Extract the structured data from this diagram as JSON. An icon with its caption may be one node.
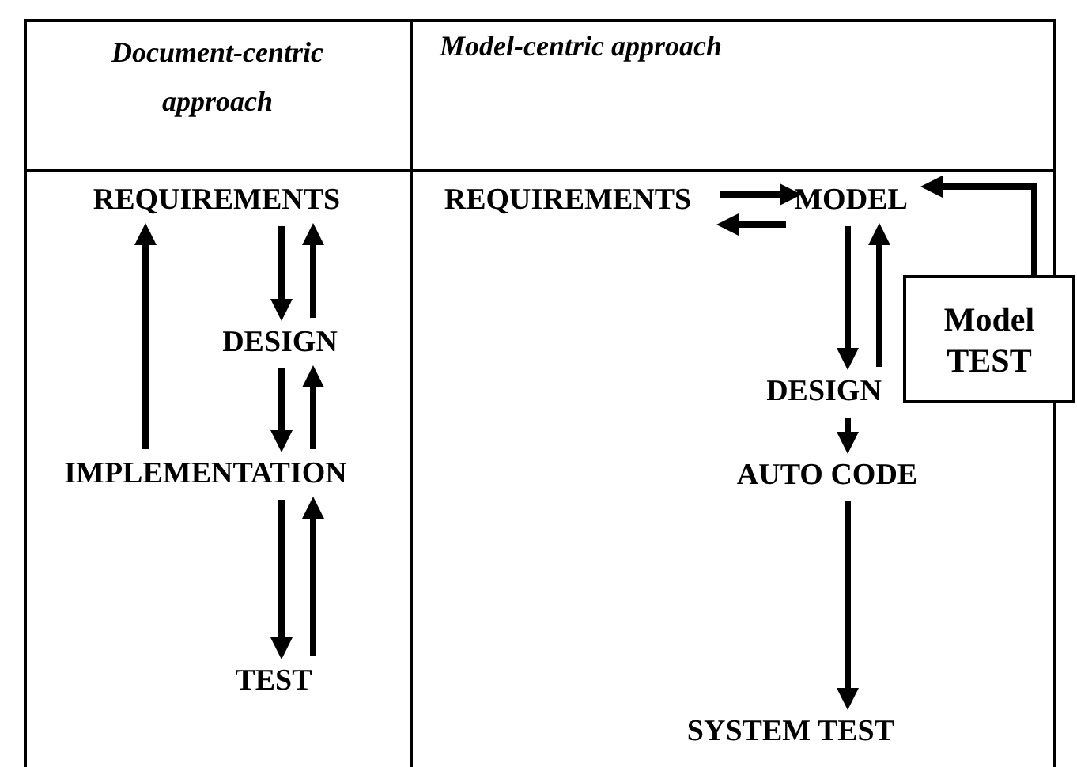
{
  "diagram": {
    "nodes": [
      {
        "text": [
          "REQUIREMENTS"
        ]
      },
      {
        "text": [
          "DESIGN"
        ]
      },
      {
        "text": [
          "IMPLEMENTATION"
        ]
      },
      {
        "text": [
          "TEST"
        ]
      },
      {
        "text": [
          "REQUIREMENTS"
        ]
      },
      {
        "text": [
          "MODEL"
        ]
      },
      {
        "text": [
          "Model TEST"
        ]
      },
      {
        "text": [
          "DESIGN"
        ]
      },
      {
        "text": [
          "AUTO CODE"
        ]
      },
      {
        "text": [
          "SYSTEM TEST"
        ]
      }
    ],
    "edges": [
      {
        "from": 2,
        "to": 0,
        "arrow": "to"
      },
      {
        "from": 0,
        "to": 1,
        "arrow": "to"
      },
      {
        "from": 1,
        "to": 0,
        "arrow": "to"
      },
      {
        "from": 1,
        "to": 2,
        "arrow": "to"
      },
      {
        "from": 2,
        "to": 1,
        "arrow": "to"
      },
      {
        "from": 2,
        "to": 3,
        "arrow": "to"
      },
      {
        "from": 3,
        "to": 2,
        "arrow": "to"
      },
      {
        "from": 4,
        "to": 5,
        "arrow": "to"
      },
      {
        "from": 5,
        "to": 4,
        "arrow": "to"
      },
      {
        "from": 5,
        "to": 7,
        "arrow": "to"
      },
      {
        "from": 7,
        "to": 5,
        "arrow": "to"
      },
      {
        "from": 6,
        "to": 5,
        "arrow": "to"
      },
      {
        "from": 7,
        "to": 8,
        "arrow": "to"
      },
      {
        "from": 8,
        "to": 9,
        "arrow": "to"
      }
    ],
    "labels": [
      "Document-centric approach",
      "Model-centric approach"
    ]
  }
}
